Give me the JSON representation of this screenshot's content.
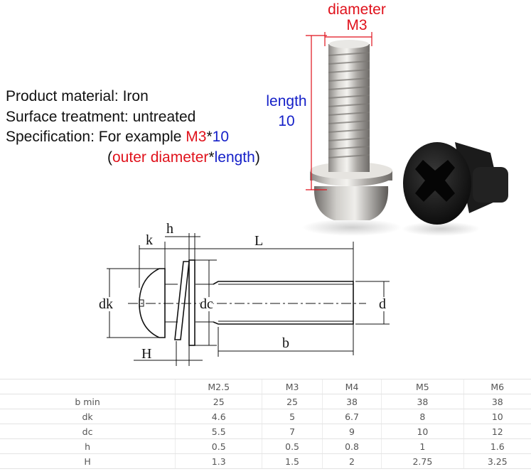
{
  "info": {
    "material_label": "Product material: Iron",
    "surface_label": "Surface treatment: untreated",
    "spec_prefix": "Specification: For example ",
    "spec_diameter": "M3",
    "spec_star": "*",
    "spec_length": "10",
    "paren_open": "(",
    "paren_diameter": "outer diameter",
    "paren_star": "*",
    "paren_length": "length",
    "paren_close": ")"
  },
  "photo": {
    "diameter_label": "diameter",
    "diameter_value": "M3",
    "length_label": "length",
    "length_value": "10"
  },
  "drawing": {
    "labels": {
      "k": "k",
      "h": "h",
      "L": "L",
      "dk": "dk",
      "dc": "dc",
      "d": "d",
      "H": "H",
      "b": "b"
    }
  },
  "colors": {
    "red": "#e0121c",
    "blue": "#1520c8"
  },
  "table": {
    "headers": [
      "",
      "M2.5",
      "M3",
      "M4",
      "M5",
      "M6"
    ],
    "rows": [
      [
        "b min",
        "25",
        "25",
        "38",
        "38",
        "38"
      ],
      [
        "dk",
        "4.6",
        "5",
        "6.7",
        "8",
        "10"
      ],
      [
        "dc",
        "5.5",
        "7",
        "9",
        "10",
        "12"
      ],
      [
        "h",
        "0.5",
        "0.5",
        "0.8",
        "1",
        "1.6"
      ],
      [
        "H",
        "1.3",
        "1.5",
        "2",
        "2.75",
        "3.25"
      ]
    ]
  }
}
